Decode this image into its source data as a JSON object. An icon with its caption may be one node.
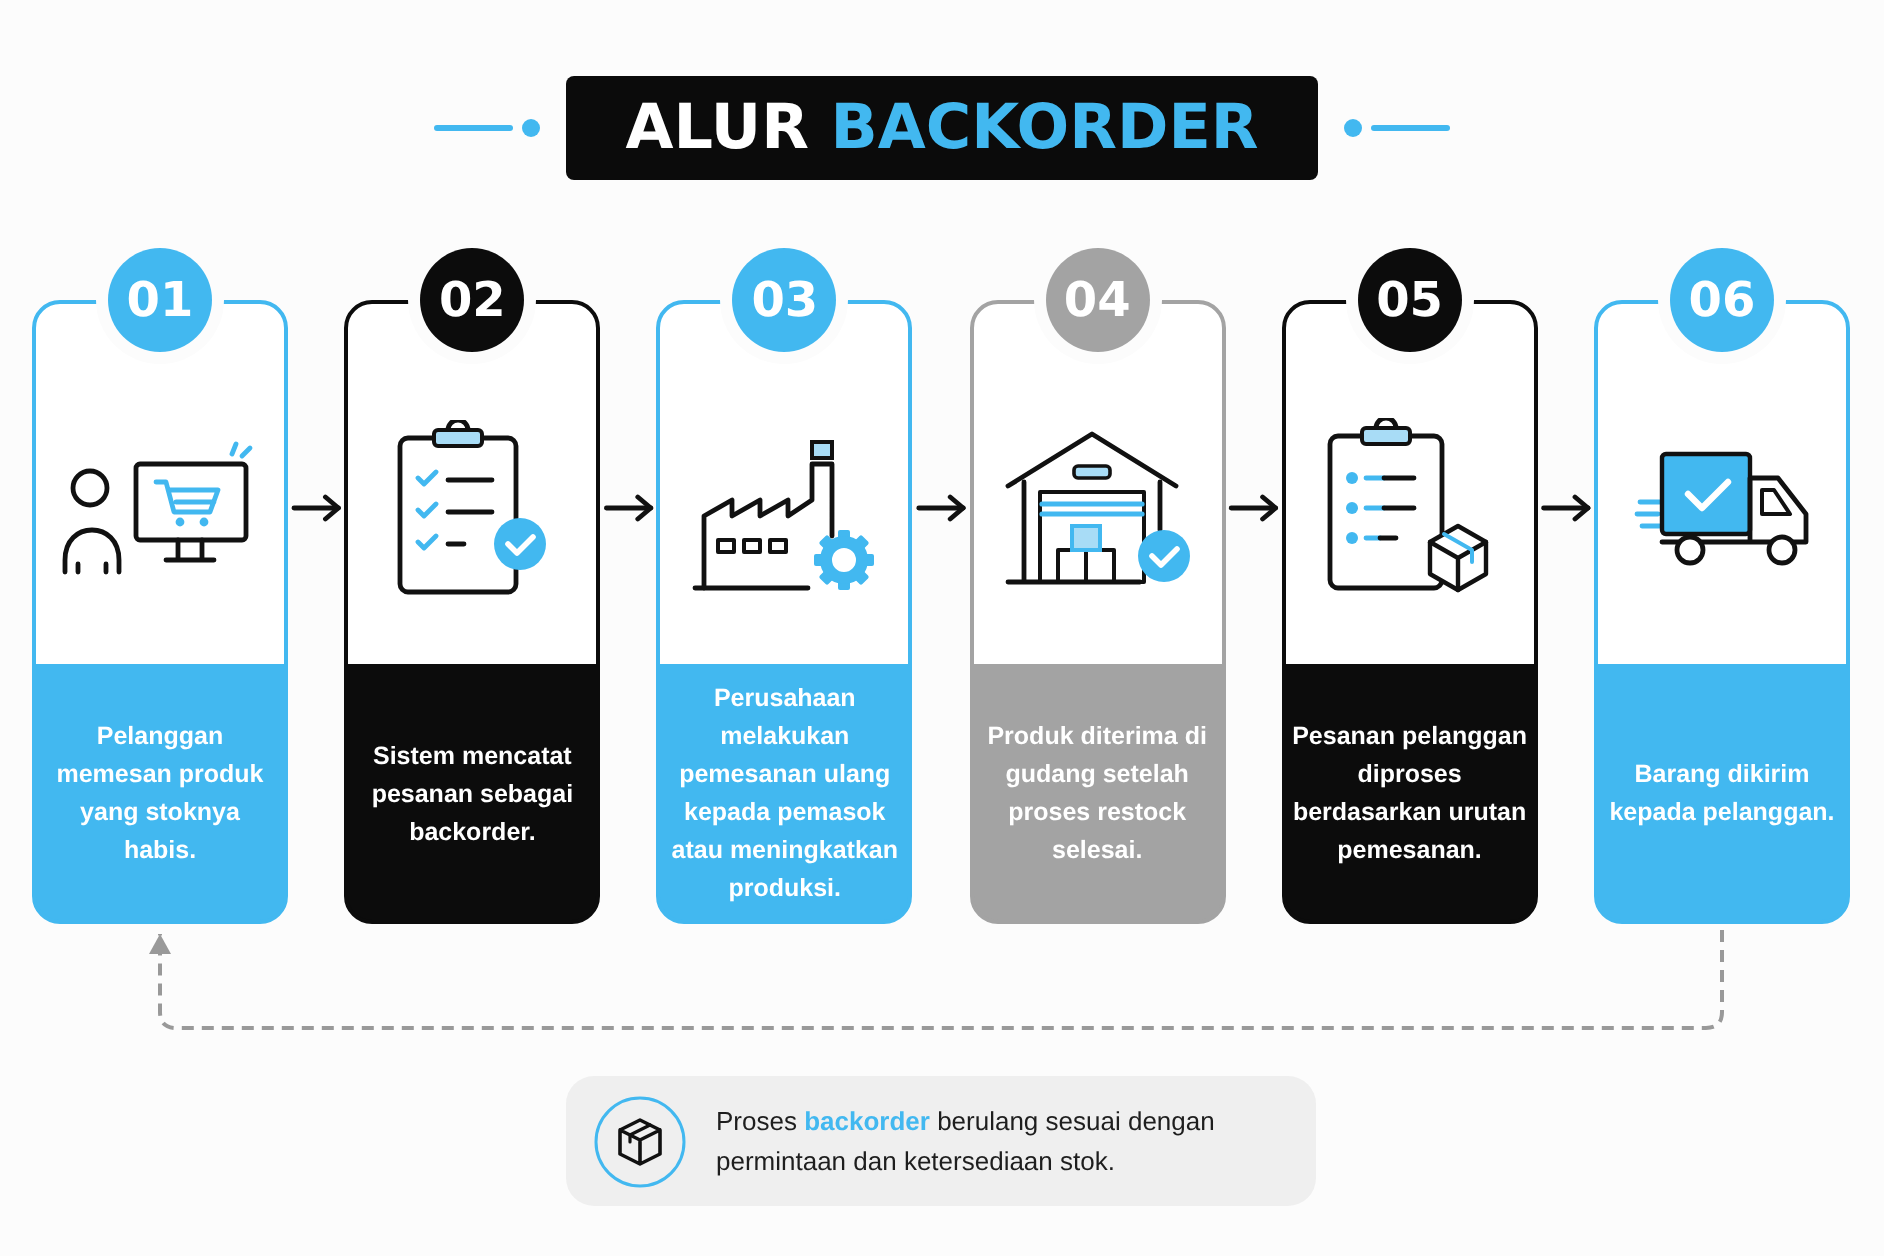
{
  "diagram": {
    "title": "ALUR **BACKORDER**",
    "nodes": [
      {
        "text": [
          "01",
          "Pelanggan memesan produk yang stoknya habis."
        ]
      },
      {
        "text": [
          "02",
          "Sistem mencatat pesanan sebagai backorder."
        ]
      },
      {
        "text": [
          "03",
          "Perusahaan melakukan pemesanan ulang kepada pemasok atau meningkatkan produksi."
        ]
      },
      {
        "text": [
          "04",
          "Produk diterima di gudang setelah proses restock selesai."
        ]
      },
      {
        "text": [
          "05",
          "Pesanan pelanggan diproses berdasarkan urutan pemesanan."
        ]
      },
      {
        "text": [
          "06",
          "Barang dikirim kepada pelanggan."
        ]
      },
      {
        "text": [
          "Proses **backorder** berulang sesuai dengan permintaan dan ketersediaan stok."
        ]
      }
    ],
    "edges": [
      {
        "from": 0,
        "to": 1,
        "arrow": "to"
      },
      {
        "from": 1,
        "to": 2,
        "arrow": "to"
      },
      {
        "from": 2,
        "to": 3,
        "arrow": "to"
      },
      {
        "from": 3,
        "to": 4,
        "arrow": "to"
      },
      {
        "from": 4,
        "to": 5,
        "arrow": "to"
      },
      {
        "from": 5,
        "to": 0,
        "arrow": "to",
        "style": "dashed",
        "color": "#999999"
      }
    ]
  }
}
